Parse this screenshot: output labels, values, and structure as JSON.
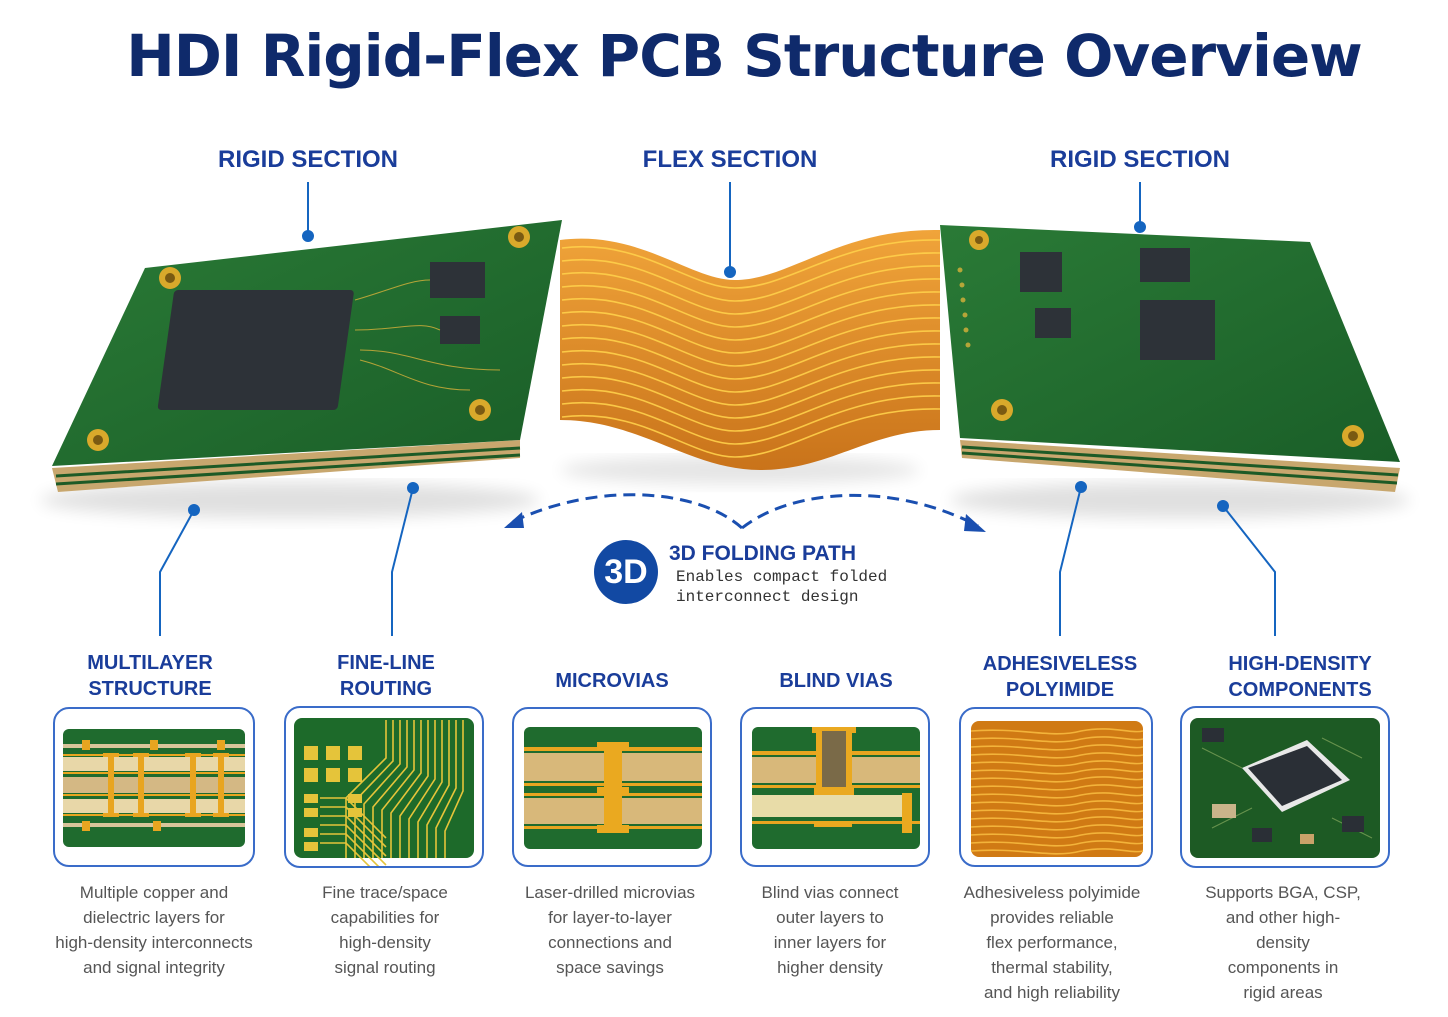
{
  "title": "HDI Rigid-Flex PCB Structure Overview",
  "sections": {
    "left_rigid": "RIGID SECTION",
    "flex": "FLEX SECTION",
    "right_rigid": "RIGID SECTION"
  },
  "folding": {
    "badge": "3D",
    "title": "3D FOLDING PATH",
    "description": "Enables compact folded\ninterconnect design"
  },
  "features": [
    {
      "title": "MULTILAYER\nSTRUCTURE",
      "description": "Multiple copper and\ndielectric layers for\nhigh-density interconnects\nand signal integrity",
      "icon": "multilayer-crosssection"
    },
    {
      "title": "FINE-LINE\nROUTING",
      "description": "Fine trace/space\ncapabilities for\nhigh-density\nsignal routing",
      "icon": "fine-traces"
    },
    {
      "title": "MICROVIAS",
      "description": "Laser-drilled microvias\nfor layer-to-layer\nconnections and\nspace savings",
      "icon": "stacked-microvia"
    },
    {
      "title": "BLIND VIAS",
      "description": "Blind vias connect\nouter layers to\ninner layers for\nhigher density",
      "icon": "blind-via"
    },
    {
      "title": "ADHESIVELESS\nPOLYIMIDE",
      "description": "Adhesiveless polyimide\nprovides reliable\nflex performance,\nthermal stability,\nand high reliability",
      "icon": "polyimide-traces"
    },
    {
      "title": "HIGH-DENSITY\nCOMPONENTS",
      "description": "Supports BGA, CSP,\nand other high-density\ncomponents in\nrigid areas",
      "icon": "qfp-chip"
    }
  ],
  "colors": {
    "title": "#0f2a6b",
    "label": "#1a3d9a",
    "accent": "#1249a3",
    "pcb_green": "#1f6b2e",
    "copper": "#e0a530",
    "polyimide": "#d9861f"
  }
}
